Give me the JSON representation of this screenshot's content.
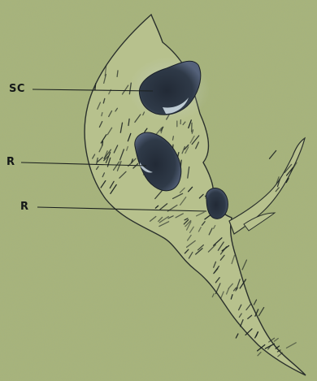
{
  "figure": {
    "labels": {
      "sc": "SC",
      "r_upper": "R",
      "r_lower": "R"
    },
    "colors": {
      "paper": "#a8b47a",
      "ink": "#1c2322",
      "nucleus": "#2a3340",
      "nucleus_highlight": "#cfe0ea",
      "tissue": "#b6c08a"
    }
  }
}
